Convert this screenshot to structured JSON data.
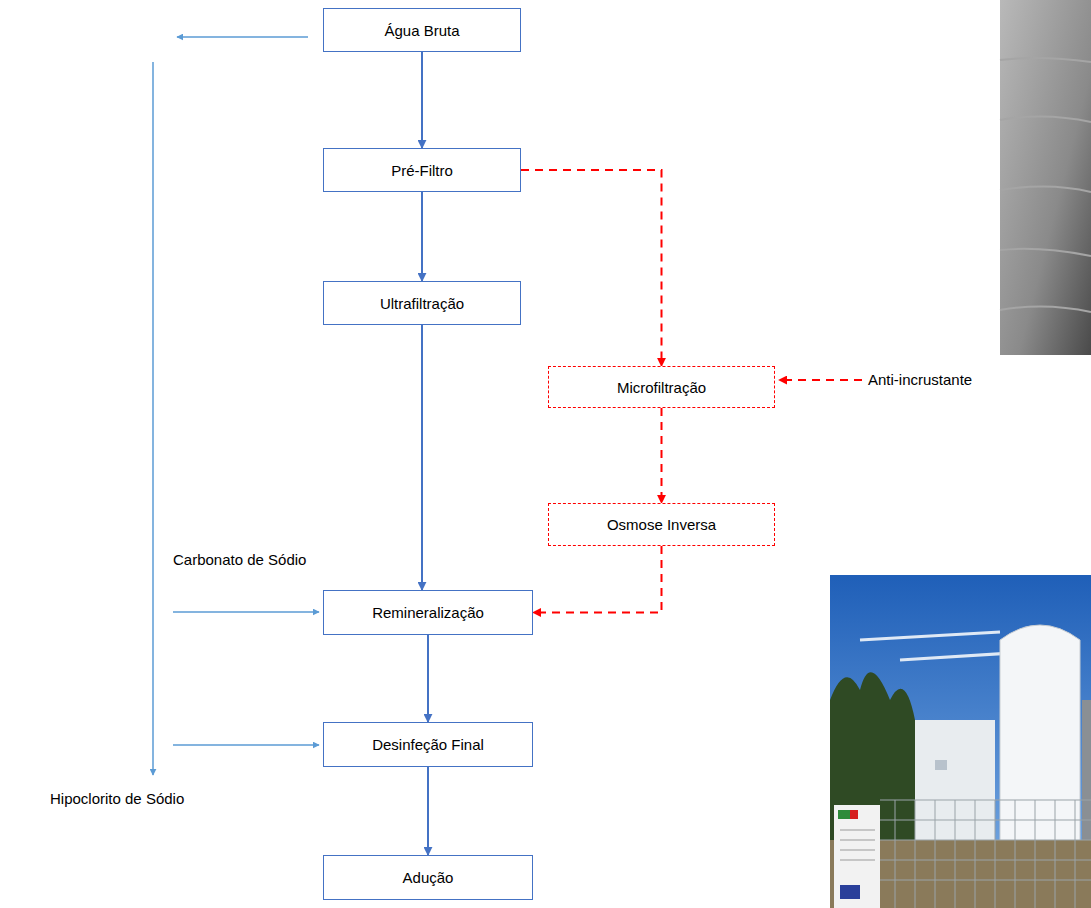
{
  "diagram": {
    "nodes": [
      {
        "text": [
          "Água Bruta"
        ]
      },
      {
        "text": [
          "Pré-Filtro"
        ]
      },
      {
        "text": [
          "Ultrafiltração"
        ]
      },
      {
        "text": [
          "Microfiltração"
        ]
      },
      {
        "text": [
          "Osmose Inversa"
        ]
      },
      {
        "text": [
          "Remineralização"
        ]
      },
      {
        "text": [
          "Desinfeção Final"
        ]
      },
      {
        "text": [
          "Adução"
        ]
      }
    ],
    "edges": [
      {
        "from": 0,
        "to": 1,
        "arrow": "to"
      },
      {
        "from": 1,
        "to": 2,
        "arrow": "to"
      },
      {
        "from": 2,
        "to": 5,
        "arrow": "to"
      },
      {
        "from": 1,
        "to": 3,
        "arrow": "to"
      },
      {
        "from": 3,
        "to": 4,
        "arrow": "to"
      },
      {
        "from": 4,
        "to": 5,
        "arrow": "to"
      },
      {
        "from": 5,
        "to": 6,
        "arrow": "to"
      },
      {
        "from": 6,
        "to": 7,
        "arrow": "to"
      }
    ],
    "labels": [
      "Anti-incrustante",
      "Carbonato de Sódio",
      "Hipoclorito de Sódio"
    ]
  }
}
